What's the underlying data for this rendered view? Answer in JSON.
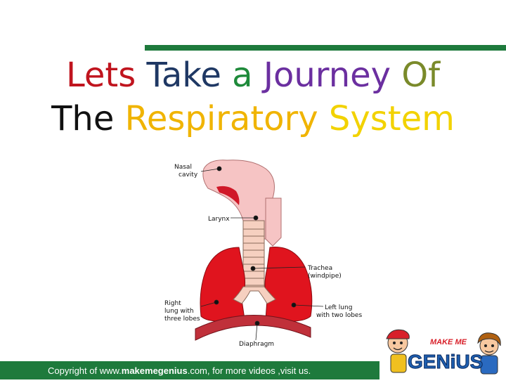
{
  "title": {
    "line1": [
      {
        "text": "Lets",
        "color": "#c0141e"
      },
      {
        "text": "Take",
        "color": "#1f3864"
      },
      {
        "text": "a",
        "color": "#1e8a3a"
      },
      {
        "text": "Journey",
        "color": "#6b2fa0"
      },
      {
        "text": "Of",
        "color": "#7a8a2a"
      }
    ],
    "line2": [
      {
        "text": "The",
        "color": "#111111"
      },
      {
        "text": "Respiratory",
        "color": "#f0b400"
      },
      {
        "text": "System",
        "color": "#f2d200"
      }
    ]
  },
  "diagram": {
    "labels": {
      "nasal_1": "Nasal",
      "nasal_2": "cavity",
      "larynx": "Larynx",
      "trachea_1": "Trachea",
      "trachea_2": "(windpipe)",
      "right_lung_1": "Right",
      "right_lung_2": "lung with",
      "right_lung_3": "three lobes",
      "left_lung_1": "Left lung",
      "left_lung_2": "with two lobes",
      "diaphragm": "Diaphragm"
    }
  },
  "footer": {
    "prefix": "Copyright of  www.",
    "brand": "makemegenius",
    "suffix": ".com, for more videos ,visit us."
  },
  "logo": {
    "text_top": "MAKE ME",
    "text_main": "GENiUS"
  },
  "colors": {
    "bar": "#1e7a3c",
    "lung": "#e0141e",
    "airway": "#f6c4c4",
    "diaphragm": "#c0303a"
  }
}
